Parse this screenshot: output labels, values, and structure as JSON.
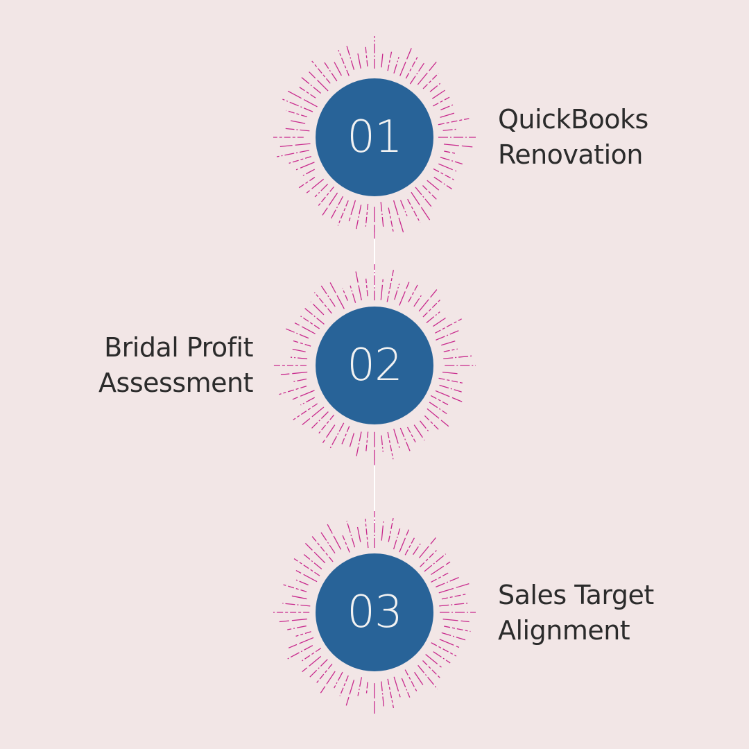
{
  "theme": {
    "background": "#f2e6e6",
    "circle_fill": "#286398",
    "number_color": "#f2f2f2",
    "ray_color": "#c8288c",
    "connector_color": "#ffffff",
    "label_color": "#2b2b2b"
  },
  "steps": [
    {
      "number": "01",
      "label_lines": [
        "QuickBooks",
        "Renovation"
      ],
      "label_side": "right"
    },
    {
      "number": "02",
      "label_lines": [
        "Bridal Profit",
        "Assessment"
      ],
      "label_side": "left"
    },
    {
      "number": "03",
      "label_lines": [
        "Sales Target",
        "Alignment"
      ],
      "label_side": "right"
    }
  ]
}
